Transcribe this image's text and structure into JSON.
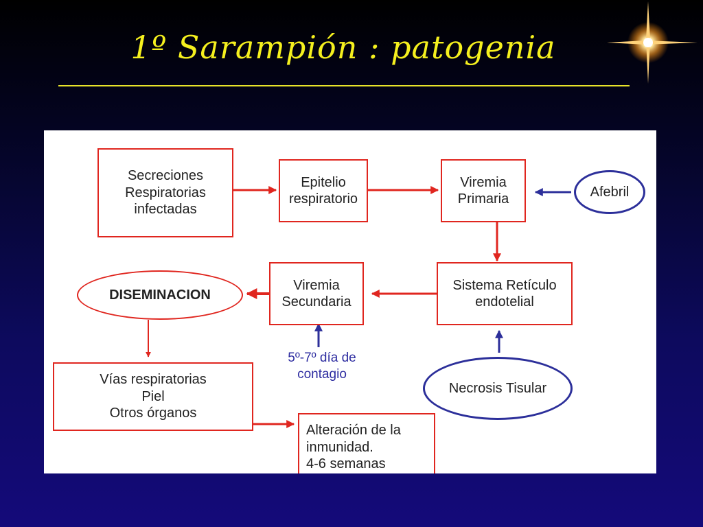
{
  "slide": {
    "title": "1º Sarampión : patogenia"
  },
  "diagram": {
    "nodes": {
      "secreciones": "Secreciones\nRespiratorias\ninfectadas",
      "epitelio": "Epitelio\nrespiratorio",
      "viremia_primaria": "Viremia\nPrimaria",
      "afebril": "Afebril",
      "sistema_reticulo": "Sistema Retículo\nendotelial",
      "viremia_secundaria": "Viremia\nSecundaria",
      "diseminacion": "DISEMINACION",
      "vias": "Vías respiratorias\nPiel\nOtros órganos",
      "alteracion": "Alteración de la\n   inmunidad.\n4-6 semanas",
      "necrosis": "Necrosis Tisular",
      "dia_contagio": "5º-7º día de\ncontagio"
    },
    "colors": {
      "flow_arrow": "#e0261f",
      "influence_arrow": "#2c2f9a",
      "title": "#f5f01e"
    }
  }
}
